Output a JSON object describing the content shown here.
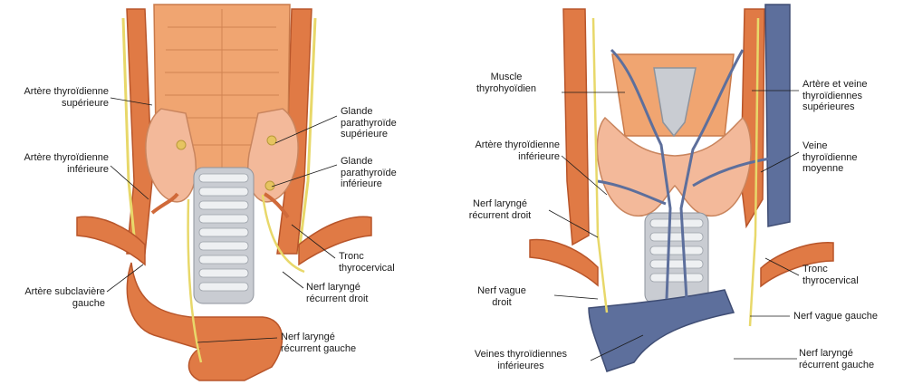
{
  "colors": {
    "artery": "#e07a45",
    "artery_dark": "#b8552a",
    "muscle": "#f0a571",
    "muscle_line": "#c97a4a",
    "gland": "#f3b99a",
    "gland_line": "#c9855e",
    "vein": "#5d6f9c",
    "vein_dark": "#3f4d74",
    "nerve": "#e8d86a",
    "trachea": "#c9ccd2",
    "cartilage": "#eef0f2"
  },
  "left": {
    "labels": {
      "sup_thyroid_artery_1": "Artère thyroïdienne",
      "sup_thyroid_artery_2": "supérieure",
      "inf_thyroid_artery_1": "Artère thyroïdienne",
      "inf_thyroid_artery_2": "inférieure",
      "subclavian_1": "Artère subclavière",
      "subclavian_2": "gauche",
      "sup_parathyroid_1": "Glande",
      "sup_parathyroid_2": "parathyroïde",
      "sup_parathyroid_3": "supérieure",
      "inf_parathyroid_1": "Glande",
      "inf_parathyroid_2": "parathyroïde",
      "inf_parathyroid_3": "inférieure",
      "thyrocervical_1": "Tronc",
      "thyrocervical_2": "thyrocervical",
      "rec_laryngeal_right_1": "Nerf laryngé",
      "rec_laryngeal_right_2": "récurrent droit",
      "rec_laryngeal_left_1": "Nerf laryngé",
      "rec_laryngeal_left_2": "récurrent gauche"
    }
  },
  "right": {
    "labels": {
      "thyrohyoid_1": "Muscle",
      "thyrohyoid_2": "thyrohyoïdien",
      "inf_thyroid_artery_1": "Artère thyroïdienne",
      "inf_thyroid_artery_2": "inférieure",
      "rec_laryngeal_right_1": "Nerf laryngé",
      "rec_laryngeal_right_2": "récurrent droit",
      "vagus_right_1": "Nerf vague",
      "vagus_right_2": "droit",
      "inf_thyroid_veins_1": "Veines thyroïdiennes",
      "inf_thyroid_veins_2": "inférieures",
      "sup_thyroid_av_1": "Artère et veine",
      "sup_thyroid_av_2": "thyroïdiennes",
      "sup_thyroid_av_3": "supérieures",
      "middle_thyroid_vein_1": "Veine",
      "middle_thyroid_vein_2": "thyroïdienne",
      "middle_thyroid_vein_3": "moyenne",
      "thyrocervical_1": "Tronc",
      "thyrocervical_2": "thyrocervical",
      "vagus_left": "Nerf vague gauche",
      "rec_laryngeal_left_1": "Nerf laryngé",
      "rec_laryngeal_left_2": "récurrent gauche"
    }
  }
}
